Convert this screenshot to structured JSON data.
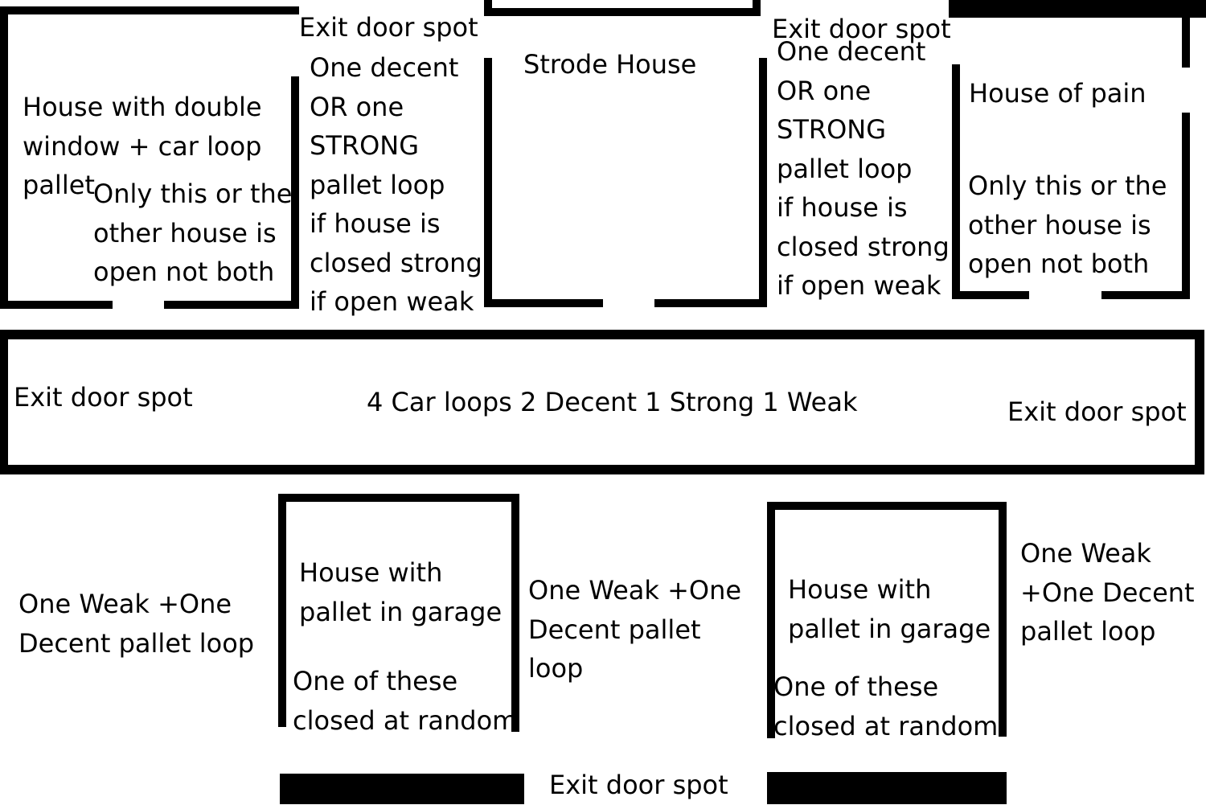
{
  "labels": {
    "exit_top_left": "Exit door spot",
    "exit_top_right": "Exit door spot",
    "exit_road_left": "Exit door spot",
    "exit_road_right": "Exit door spot",
    "exit_bottom": "Exit door spot",
    "strode_house": "Strode House",
    "road_summary": "4 Car loops 2 Decent 1 Strong 1 Weak"
  },
  "house_double_window": {
    "lines": [
      "House with double",
      "window + car loop",
      "pallet"
    ],
    "note": [
      "Only this or the",
      "other house is",
      "open not both"
    ]
  },
  "house_of_pain": {
    "title": "House of pain",
    "note": [
      "Only this or the",
      "other house is",
      "open not both"
    ]
  },
  "pallet_left_of_strode": [
    "One decent",
    "OR one",
    "STRONG",
    "pallet loop",
    "if house is",
    "closed strong",
    "if open weak"
  ],
  "pallet_right_of_strode": [
    "One decent",
    "OR one",
    "STRONG",
    "pallet loop",
    "if house is",
    "closed strong",
    "if open weak"
  ],
  "garage_house_left": {
    "title": [
      "House with",
      "pallet in garage"
    ],
    "note": [
      "One of these",
      "closed at random"
    ]
  },
  "garage_house_right": {
    "title": [
      "House with",
      "pallet in garage"
    ],
    "note": [
      "One of these",
      "closed at random"
    ]
  },
  "loop_bottom_left": [
    "One Weak +One",
    "Decent pallet loop"
  ],
  "loop_bottom_middle": [
    "One Weak +One",
    "Decent pallet",
    "loop"
  ],
  "loop_bottom_right": [
    "One Weak",
    "+One Decent",
    "pallet loop"
  ]
}
